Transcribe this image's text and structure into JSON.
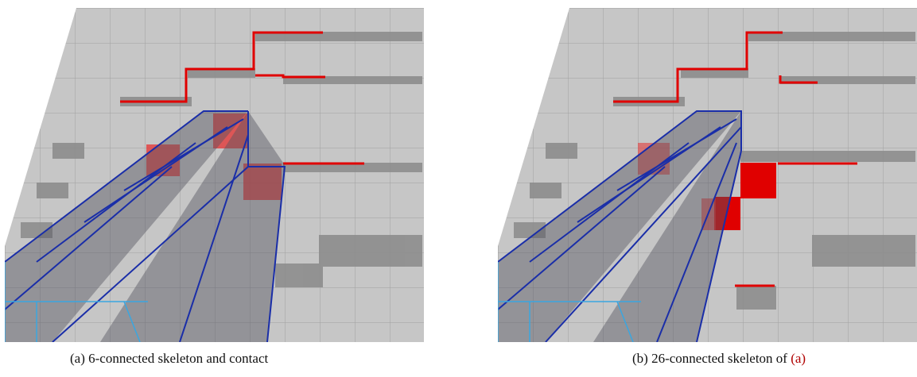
{
  "figure": {
    "subfigures": [
      {
        "id": "a",
        "label": "(a)",
        "caption": "6-connected skeleton and contact"
      },
      {
        "id": "b",
        "label": "(b)",
        "caption": "26-connected skeleton of",
        "caption_ref": "(a)"
      }
    ]
  },
  "colors": {
    "voxel_face": "#c9c9c9",
    "voxel_shadow": "#7a7a7a",
    "voxel_edge": "#9a9a9a",
    "contact_red": "#e00000",
    "skeleton_blue": "#1a2ea8",
    "skeleton_cyan": "#3aa6e0",
    "skeleton_fill": "#5a5a66"
  }
}
